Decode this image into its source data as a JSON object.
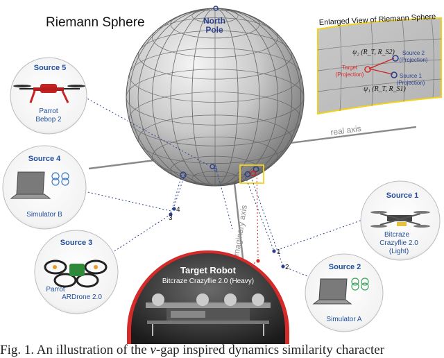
{
  "figure": {
    "sphere_title": "Riemann Sphere",
    "north_pole": [
      "North",
      "Pole"
    ],
    "enlarged_title": "Enlarged View of Riemann Sphere",
    "enlarged": {
      "psi2": "ψ₂ (R_T, R_S2)",
      "psi1": "ψ₁ (R_T, R_S1)",
      "target": [
        "Target",
        "(Projection)"
      ],
      "source2": [
        "Source 2",
        "(Projection)"
      ],
      "source1": [
        "Source 1",
        "(Projection)"
      ]
    },
    "real_axis": "real axis",
    "imaginary_axis": "imaginary axis",
    "point_labels": {
      "p1": "1",
      "p2": "2",
      "p3": "3",
      "p4": "4",
      "p5": "5"
    },
    "sources": {
      "source5": {
        "title": "Source 5",
        "label": [
          "Parrot",
          "Bebop 2"
        ]
      },
      "source4": {
        "title": "Source 4",
        "label": [
          "Simulator B"
        ]
      },
      "source3": {
        "title": "Source 3",
        "label": [
          "Parrot",
          "ARDrone 2.0"
        ]
      },
      "source1": {
        "title": "Source 1",
        "label": [
          "Bitcraze",
          "Crazyflie 2.0",
          "(Light)"
        ]
      },
      "source2": {
        "title": "Source 2",
        "label": [
          "Simulator A"
        ]
      },
      "target": {
        "title": "Target Robot",
        "label": "Bitcraze Crazyflie 2.0 (Heavy)"
      }
    },
    "colors": {
      "title_blue": "#1f4e9c",
      "target_red": "#d42a2a",
      "highlight_yellow": "#f3d21b"
    }
  },
  "caption": {
    "prefix": "Fig. 1.  An illustration of the ",
    "mu": "ν",
    "suffix": "-gap inspired dynamics similarity character"
  }
}
